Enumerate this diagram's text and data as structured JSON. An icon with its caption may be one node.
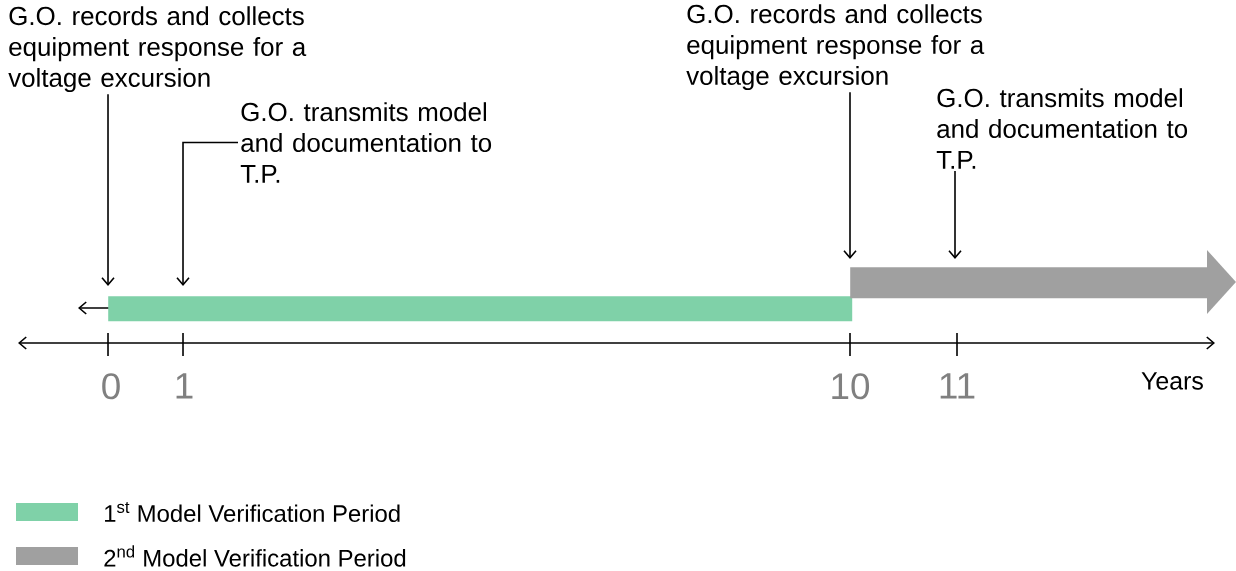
{
  "diagram": {
    "nodes": [
      {
        "text": [
          "G.O. records and collects equipment response for a voltage excursion"
        ]
      },
      {
        "text": [
          "G.O. transmits model and documentation to T.P."
        ]
      },
      {
        "text": [
          "G.O. records and collects equipment response for a voltage excursion"
        ]
      },
      {
        "text": [
          "G.O. transmits model and documentation to T.P."
        ]
      },
      {
        "text": [],
        "shape": "bar"
      },
      {
        "text": [],
        "shape": "arrow"
      }
    ],
    "edges": [
      {
        "from": 0,
        "to": 4,
        "arrow": "to"
      },
      {
        "from": 1,
        "to": 4,
        "arrow": "to"
      },
      {
        "from": 2,
        "to": 5,
        "arrow": "to"
      },
      {
        "from": 3,
        "to": 5,
        "arrow": "to"
      }
    ],
    "labels": [
      "0",
      "1",
      "10",
      "11",
      "Years"
    ],
    "legend": [
      {
        "text": "1$^{st}$ Model Verification Period",
        "color": "#7fd1a8"
      },
      {
        "text": "2$^{nd}$ Model Verification Period",
        "color": "#a0a0a0"
      }
    ]
  }
}
